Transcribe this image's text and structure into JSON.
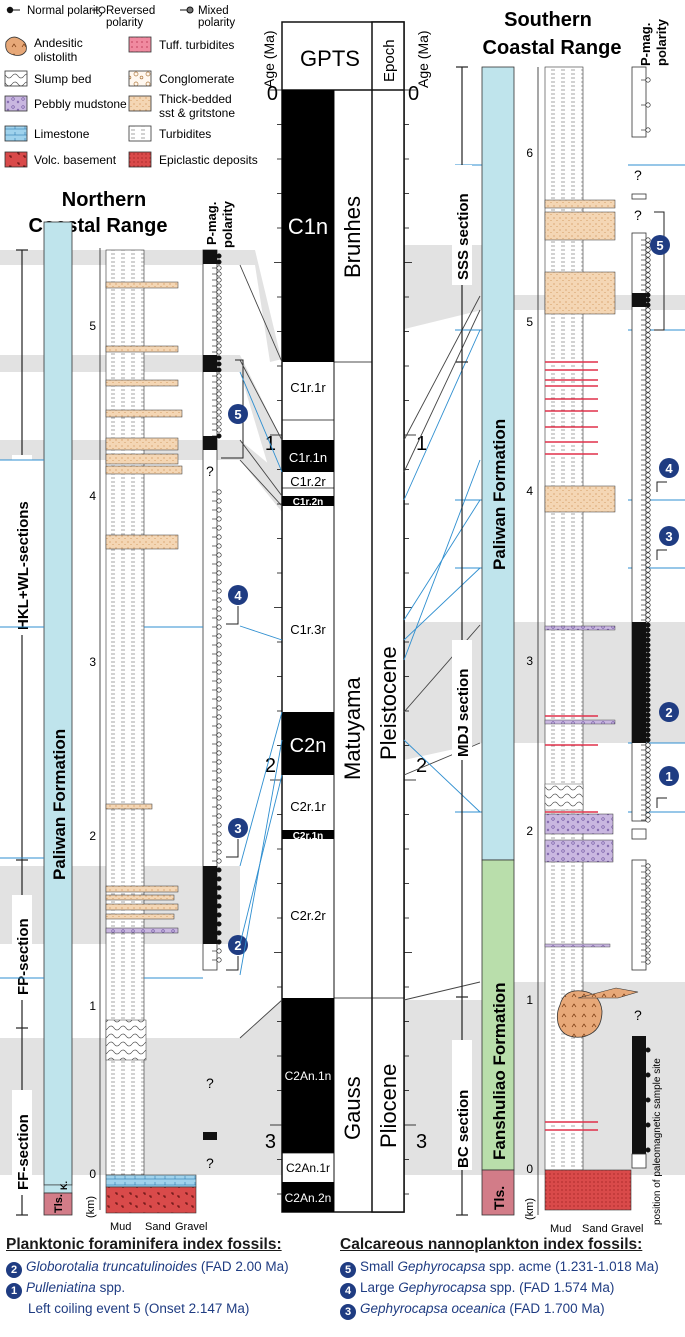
{
  "legend": {
    "normal_polarity": "Normal polarity",
    "reversed_polarity": "Reversed polarity",
    "mixed_polarity": "Mixed polarity",
    "items": [
      {
        "label": "Andesitic olistolith"
      },
      {
        "label": "Tuff. turbidites"
      },
      {
        "label": "Slump bed"
      },
      {
        "label": "Conglomerate"
      },
      {
        "label": "Pebbly mudstone"
      },
      {
        "label": "Thick-bedded sst & gritstone"
      },
      {
        "label": "Limestone"
      },
      {
        "label": "Turbidites"
      },
      {
        "label": "Volc. basement"
      },
      {
        "label": "Epiclastic deposits"
      }
    ]
  },
  "north": {
    "title": "Northern Coastal Range",
    "pmag_label": "P-mag. polarity",
    "formation": "Paliwan Formation",
    "base_unit_1": "Tls.",
    "base_unit_2": "K.",
    "km_label": "(km)",
    "sections": [
      "HKL+WL-sections",
      "FP-section",
      "FF-section"
    ],
    "scale_ticks": [
      "5",
      "4",
      "3",
      "2",
      "1",
      "0"
    ],
    "grain_sizes": [
      "Mud",
      "Sand",
      "Gravel"
    ],
    "question_marks": [
      "?",
      "?",
      "?"
    ],
    "markers": [
      "5",
      "4",
      "3",
      "2"
    ]
  },
  "gpts": {
    "title": "GPTS",
    "age_label": "Age (Ma)",
    "epoch_label": "Epoch",
    "age_ticks": [
      "0",
      "1",
      "2",
      "3"
    ],
    "chrons": [
      "Brunhes",
      "Matuyama",
      "Gauss"
    ],
    "subchrons": [
      "C1n",
      "C1r.1r",
      "C1r.1n",
      "C1r.2r",
      "C1r.2n",
      "C1r.3r",
      "C2n",
      "C2r.1r",
      "C2r.1n",
      "C2r.2r",
      "C2An.1n",
      "C2An.1r",
      "C2An.2n"
    ],
    "epochs": [
      "Pleistocene",
      "Pliocene"
    ]
  },
  "south": {
    "title": "Southern Coastal Range",
    "pmag_label": "P-mag. polarity",
    "formation_upper": "Paliwan Formation",
    "formation_lower": "Fanshuliao Formation",
    "base_unit": "Tls.",
    "km_label": "(km)",
    "sections": [
      "SSS section",
      "MDJ section",
      "BC section"
    ],
    "scale_ticks": [
      "6",
      "5",
      "4",
      "3",
      "2",
      "1",
      "0"
    ],
    "grain_sizes": [
      "Mud",
      "Sand",
      "Gravel"
    ],
    "question_marks": [
      "?",
      "?",
      "?"
    ],
    "markers": [
      "5",
      "4",
      "3",
      "2",
      "1"
    ],
    "sample_note": "position of paleomagnetic sample site"
  },
  "fossils": {
    "forams": {
      "heading": "Planktonic foraminifera index fossils:",
      "items": [
        {
          "num": "2",
          "name": "Globorotalia truncatulinoides",
          "note": "(FAD 2.00 Ma)"
        },
        {
          "num": "1",
          "name": "Pulleniatina",
          "note": "spp.",
          "line2": "Left coiling event 5 (Onset 2.147 Ma)"
        }
      ]
    },
    "nanno": {
      "heading": "Calcareous nannoplankton index fossils:",
      "items": [
        {
          "num": "5",
          "pre": "Small",
          "name": "Gephyrocapsa",
          "note": "spp. acme (1.231-1.018 Ma)"
        },
        {
          "num": "4",
          "pre": "Large",
          "name": "Gephyrocapsa",
          "note": "spp. (FAD 1.574 Ma)"
        },
        {
          "num": "3",
          "pre": "",
          "name": "Gephyrocapsa oceanica",
          "note": "(FAD 1.700 Ma)"
        }
      ]
    }
  },
  "colors": {
    "paliwan": "#bfe4ec",
    "fanshuliao": "#b9deab",
    "tls": "#d27c88",
    "volcanic": "#d94a4a",
    "sandstone": "#f4d6b4",
    "pebbly": "#c9b7e0",
    "limestone": "#9fd2ec",
    "correlation_band": "#e2e2e2",
    "marker": "#1f3c82",
    "correlation_line": "#2f8fd0"
  }
}
